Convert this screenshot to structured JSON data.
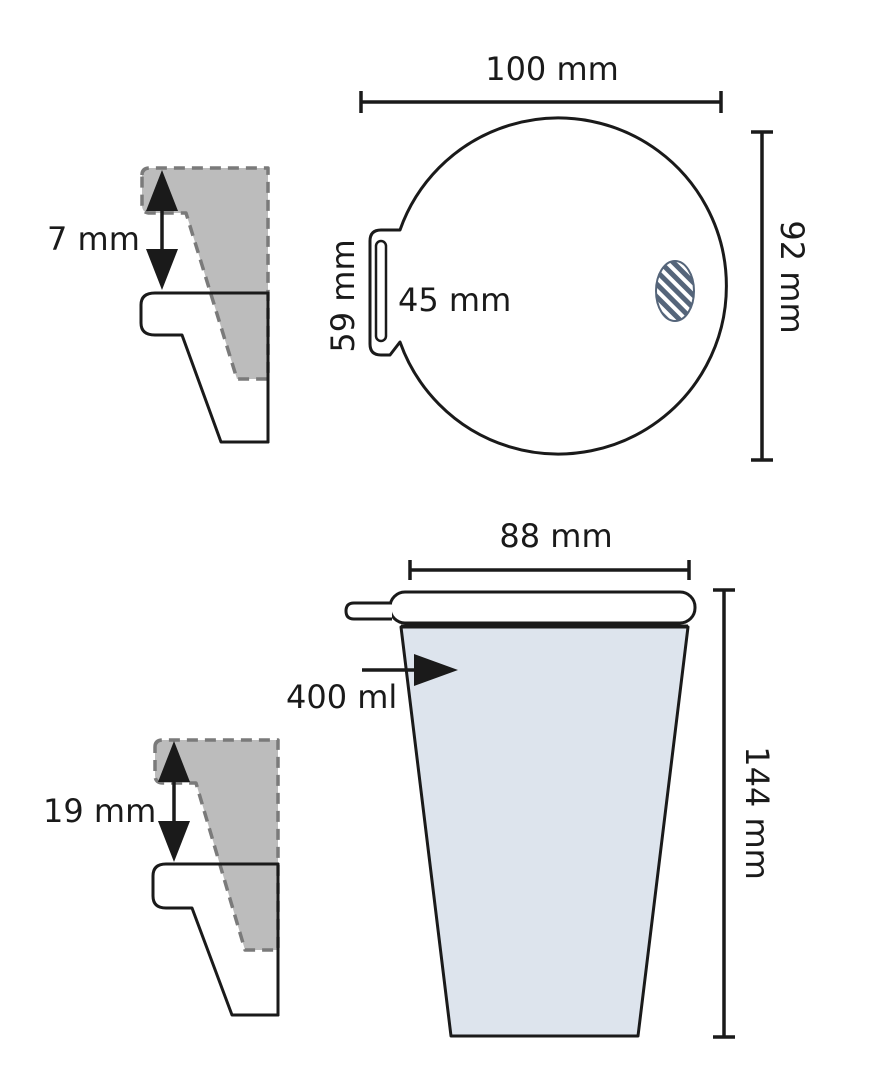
{
  "colors": {
    "outline": "#1a1a1a",
    "cup_fill": "#dde4ed",
    "gray_fill": "#bcbcbc",
    "dashed_stroke": "#7a7a7a",
    "hatch_fill": "#55657a"
  },
  "icons": {
    "arrow": "double-headed-arrow-icon",
    "hatch": "hatched-oval-icon"
  },
  "lid_top_view": {
    "width_label": "100 mm",
    "height_label": "92 mm",
    "tab_outer_label": "59 mm",
    "tab_inner_label": "45 mm"
  },
  "lid_side_view_upper": {
    "depth_label": "7 mm"
  },
  "cup_side_view": {
    "top_width_label": "88 mm",
    "height_label": "144 mm",
    "volume_label": "400 ml"
  },
  "lid_side_view_lower": {
    "depth_label": "19 mm"
  }
}
